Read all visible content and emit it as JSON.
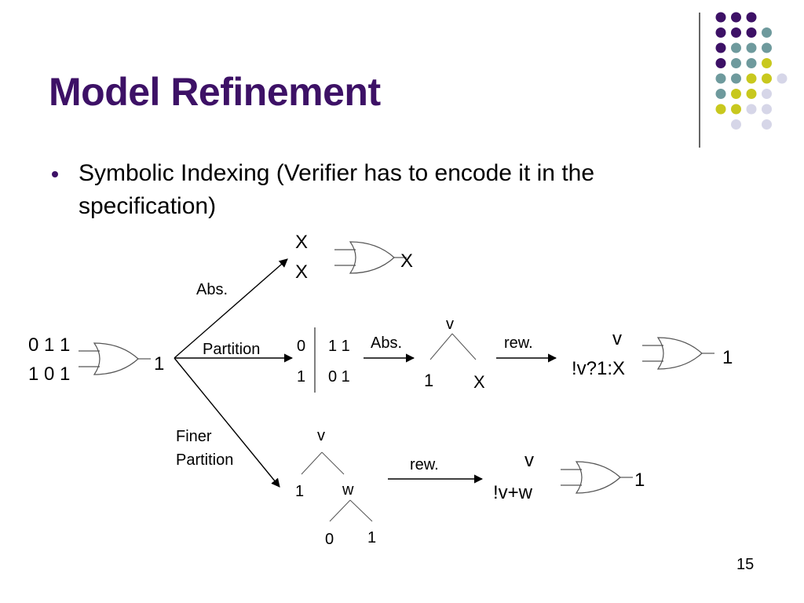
{
  "slide": {
    "title": "Model Refinement",
    "bullet": "Symbolic Indexing (Verifier has to encode it in the specification)",
    "page_number": "15"
  },
  "colors": {
    "title": "#3d1166",
    "dot_purple": "#3d1166",
    "dot_teal": "#6e9a9d",
    "dot_yellow": "#c8c81e",
    "dot_lavender": "#d6d6e8"
  },
  "decoration": {
    "dot_grid": [
      [
        "p",
        "p",
        "p",
        "",
        "",
        ""
      ],
      [
        "p",
        "p",
        "p",
        "t",
        "",
        ""
      ],
      [
        "p",
        "t",
        "t",
        "t",
        "",
        ""
      ],
      [
        "p",
        "t",
        "t",
        "y",
        "",
        ""
      ],
      [
        "t",
        "t",
        "y",
        "y",
        "l",
        ""
      ],
      [
        "t",
        "y",
        "y",
        "l",
        "",
        ""
      ],
      [
        "y",
        "y",
        "l",
        "l",
        "",
        ""
      ],
      [
        "",
        "l",
        "",
        "l",
        "",
        ""
      ]
    ]
  },
  "diagram": {
    "input_row1": "0 1 1",
    "input_row2": "1 0 1",
    "gate_output": "1",
    "abs_label_top": "Abs.",
    "top_input1": "X",
    "top_input2": "X",
    "top_output": "X",
    "partition_label": "Partition",
    "part_row1_left": "0",
    "part_row1_right": "1 1",
    "part_row2_left": "1",
    "part_row2_right": "0 1",
    "abs_label_mid": "Abs.",
    "tree1_root": "v",
    "tree1_left": "1",
    "tree1_right": "X",
    "rew_label_mid": "rew.",
    "mid_expr_top": "v",
    "mid_expr_bottom": "!v?1:X",
    "mid_output": "1",
    "finer_label_line1": "Finer",
    "finer_label_line2": "Partition",
    "tree2_root": "v",
    "tree2_left": "1",
    "tree2_mid": "w",
    "tree2_leaf_left": "0",
    "tree2_leaf_right": "1",
    "rew_label_bot": "rew.",
    "bot_expr_top": "v",
    "bot_expr_bottom": "!v+w",
    "bot_output": "1"
  }
}
